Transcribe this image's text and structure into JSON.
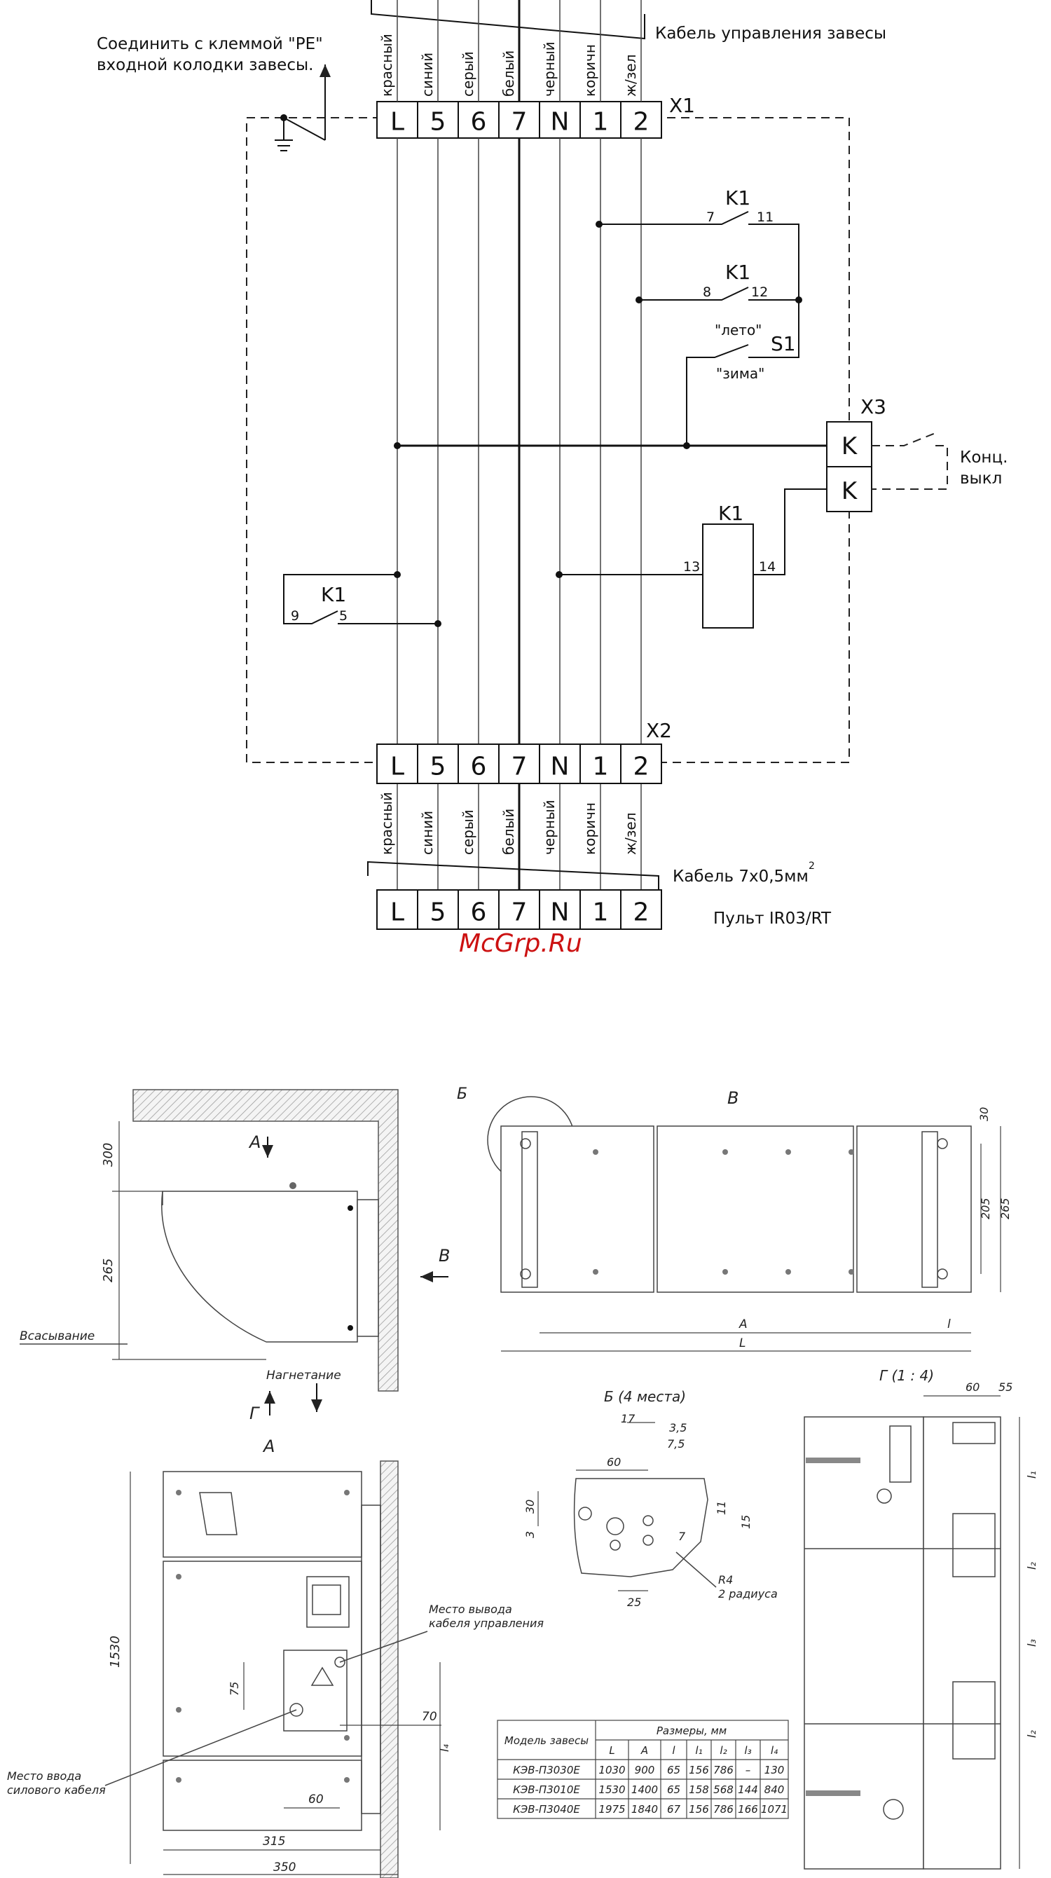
{
  "wiring": {
    "pe_note_line1": "Соединить с клеммой \"PE\"",
    "pe_note_line2": "входной колодки завесы.",
    "control_cable_label": "Кабель управления завесы",
    "wire_colors_top": [
      "красный",
      "синий",
      "серый",
      "белый",
      "черный",
      "коричн",
      "ж/зел"
    ],
    "wire_colors_bottom": [
      "красный",
      "синий",
      "серый",
      "белый",
      "черный",
      "коричн",
      "ж/зел"
    ],
    "terminals": [
      "L",
      "5",
      "6",
      "7",
      "N",
      "1",
      "2"
    ],
    "x1_label": "X1",
    "x2_label": "X2",
    "x3_label": "X3",
    "relay_label": "K1",
    "contact_7": "7",
    "contact_11": "11",
    "contact_8": "8",
    "contact_12": "12",
    "contact_9": "9",
    "contact_5": "5",
    "contact_13": "13",
    "contact_14": "14",
    "switch_label": "S1",
    "summer": "\"лето\"",
    "winter": "\"зима\"",
    "x3_terminal": "K",
    "limit_switch_line1": "Конц.",
    "limit_switch_line2": "выкл",
    "cable_label": "Кабель 7х0,5мм",
    "cable_sup": "2",
    "remote_label": "Пульт IR03/RT"
  },
  "watermark": "McGrp.Ru",
  "drawings": {
    "view_a": "А",
    "view_v": "В",
    "view_g": "Г",
    "view_b": "Б",
    "view_b_title": "Б (4 места)",
    "view_g_title": "Г (1 : 4)",
    "suction": "Всасывание",
    "discharge": "Нагнетание",
    "control_exit_line1": "Место вывода",
    "control_exit_line2": "кабеля управления",
    "power_entry_line1": "Место ввода",
    "power_entry_line2": "силового кабеля",
    "radius_line1": "R4",
    "radius_line2": "2 радиуса",
    "dims": {
      "d300": "300",
      "d265": "265",
      "d30": "30",
      "d205": "205",
      "d265b": "265",
      "dA": "A",
      "dl": "l",
      "dL": "L",
      "d17": "17",
      "d3_5": "3,5",
      "d7_5": "7,5",
      "d60": "60",
      "d30b": "30",
      "d3": "3",
      "d11": "11",
      "d15": "15",
      "d7": "7",
      "d25": "25",
      "d60g": "60",
      "d55": "55",
      "dl1": "l₁",
      "dl2": "l₂",
      "dl3": "l₃",
      "dl2b": "l₂",
      "d1530": "1530",
      "d75": "75",
      "d70": "70",
      "dl4": "l₄",
      "d60a": "60",
      "d315": "315",
      "d350": "350"
    }
  },
  "table": {
    "col_model": "Модель завесы",
    "col_group": "Размеры, мм",
    "col_heads": [
      "L",
      "A",
      "l",
      "l₁",
      "l₂",
      "l₃",
      "l₄"
    ],
    "rows": [
      {
        "model": "КЭВ-П3030Е",
        "vals": [
          "1030",
          "900",
          "65",
          "156",
          "786",
          "–",
          "130"
        ]
      },
      {
        "model": "КЭВ-П3010Е",
        "vals": [
          "1530",
          "1400",
          "65",
          "158",
          "568",
          "144",
          "840"
        ]
      },
      {
        "model": "КЭВ-П3040Е",
        "vals": [
          "1975",
          "1840",
          "67",
          "156",
          "786",
          "166",
          "1071"
        ]
      }
    ]
  }
}
